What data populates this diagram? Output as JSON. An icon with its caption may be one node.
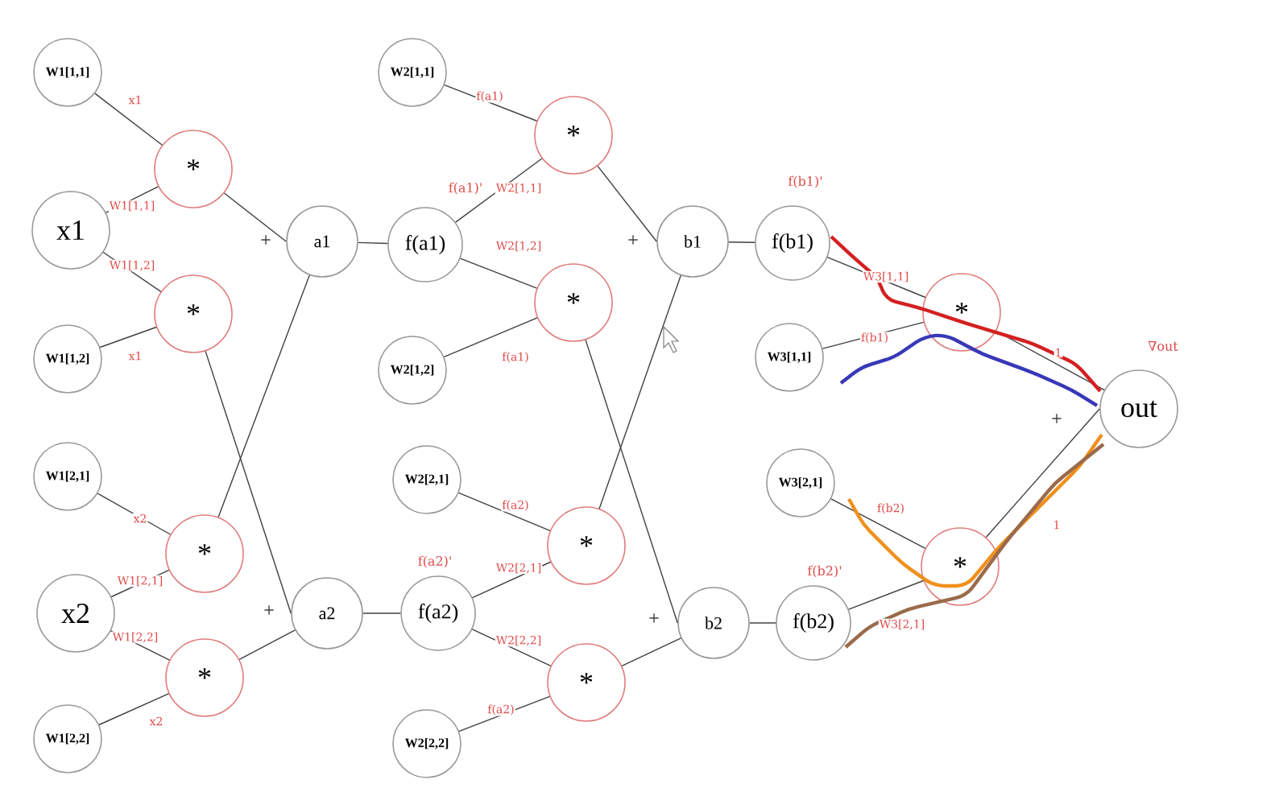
{
  "diagram": {
    "nodes": [
      {
        "text": [
          "W1[1,1]"
        ]
      },
      {
        "text": [
          "x1"
        ]
      },
      {
        "text": [
          "W1[1,2]"
        ]
      },
      {
        "text": [
          "W1[2,1]"
        ]
      },
      {
        "text": [
          "x2"
        ]
      },
      {
        "text": [
          "W1[2,2]"
        ]
      },
      {
        "text": [
          "*"
        ]
      },
      {
        "text": [
          "*"
        ]
      },
      {
        "text": [
          "*"
        ]
      },
      {
        "text": [
          "*"
        ]
      },
      {
        "text": [
          "a1"
        ],
        "beside": [
          "+"
        ]
      },
      {
        "text": [
          "a2"
        ],
        "beside": [
          "+"
        ]
      },
      {
        "text": [
          "f(a1)"
        ],
        "beside": [
          "f(a1)'"
        ]
      },
      {
        "text": [
          "f(a2)"
        ],
        "beside": [
          "f(a2)'"
        ]
      },
      {
        "text": [
          "W2[1,1]"
        ]
      },
      {
        "text": [
          "W2[1,2]"
        ]
      },
      {
        "text": [
          "W2[2,1]"
        ]
      },
      {
        "text": [
          "W2[2,2]"
        ]
      },
      {
        "text": [
          "*"
        ]
      },
      {
        "text": [
          "*"
        ]
      },
      {
        "text": [
          "*"
        ]
      },
      {
        "text": [
          "*"
        ]
      },
      {
        "text": [
          "b1"
        ],
        "beside": [
          "+"
        ]
      },
      {
        "text": [
          "b2"
        ],
        "beside": [
          "+"
        ]
      },
      {
        "text": [
          "f(b1)"
        ],
        "beside": [
          "f(b1)'"
        ]
      },
      {
        "text": [
          "f(b2)"
        ],
        "beside": [
          "f(b2)'"
        ]
      },
      {
        "text": [
          "W3[1,1]"
        ]
      },
      {
        "text": [
          "W3[2,1]"
        ]
      },
      {
        "text": [
          "*"
        ]
      },
      {
        "text": [
          "*"
        ]
      },
      {
        "text": [
          "out"
        ],
        "beside": [
          "+",
          "∇out"
        ]
      }
    ],
    "edges": [
      {
        "from": 0,
        "to": 6,
        "arrow": "none",
        "label": "x1"
      },
      {
        "from": 1,
        "to": 6,
        "arrow": "none",
        "label": "W1[1,1]"
      },
      {
        "from": 1,
        "to": 7,
        "arrow": "none",
        "label": "W1[1,2]"
      },
      {
        "from": 2,
        "to": 7,
        "arrow": "none",
        "label": "x1"
      },
      {
        "from": 3,
        "to": 8,
        "arrow": "none",
        "label": "x2"
      },
      {
        "from": 4,
        "to": 8,
        "arrow": "none",
        "label": "W1[2,1]"
      },
      {
        "from": 4,
        "to": 9,
        "arrow": "none",
        "label": "W1[2,2]"
      },
      {
        "from": 5,
        "to": 9,
        "arrow": "none",
        "label": "x2"
      },
      {
        "from": 6,
        "to": 10,
        "arrow": "none"
      },
      {
        "from": 7,
        "to": 11,
        "arrow": "none"
      },
      {
        "from": 8,
        "to": 10,
        "arrow": "none"
      },
      {
        "from": 9,
        "to": 11,
        "arrow": "none"
      },
      {
        "from": 10,
        "to": 12,
        "arrow": "none"
      },
      {
        "from": 11,
        "to": 13,
        "arrow": "none"
      },
      {
        "from": 14,
        "to": 18,
        "arrow": "none",
        "label": "f(a1)"
      },
      {
        "from": 12,
        "to": 18,
        "arrow": "none",
        "label": "W2[1,1]"
      },
      {
        "from": 12,
        "to": 19,
        "arrow": "none",
        "label": "W2[1,2]"
      },
      {
        "from": 15,
        "to": 19,
        "arrow": "none",
        "label": "f(a1)"
      },
      {
        "from": 16,
        "to": 20,
        "arrow": "none",
        "label": "f(a2)"
      },
      {
        "from": 13,
        "to": 20,
        "arrow": "none",
        "label": "W2[2,1]"
      },
      {
        "from": 13,
        "to": 21,
        "arrow": "none",
        "label": "W2[2,2]"
      },
      {
        "from": 17,
        "to": 21,
        "arrow": "none",
        "label": "f(a2)"
      },
      {
        "from": 18,
        "to": 22,
        "arrow": "none"
      },
      {
        "from": 19,
        "to": 23,
        "arrow": "none"
      },
      {
        "from": 20,
        "to": 22,
        "arrow": "none"
      },
      {
        "from": 21,
        "to": 23,
        "arrow": "none"
      },
      {
        "from": 22,
        "to": 24,
        "arrow": "none"
      },
      {
        "from": 23,
        "to": 25,
        "arrow": "none"
      },
      {
        "from": 24,
        "to": 28,
        "arrow": "none",
        "label": "W3[1,1]"
      },
      {
        "from": 26,
        "to": 28,
        "arrow": "none",
        "label": "f(b1)"
      },
      {
        "from": 28,
        "to": 30,
        "arrow": "none",
        "label": "1"
      },
      {
        "from": 27,
        "to": 29,
        "arrow": "none",
        "label": "f(b2)"
      },
      {
        "from": 25,
        "to": 29,
        "arrow": "none",
        "label": "W3[2,1]"
      },
      {
        "from": 29,
        "to": 30,
        "arrow": "none",
        "label": "1"
      }
    ]
  }
}
